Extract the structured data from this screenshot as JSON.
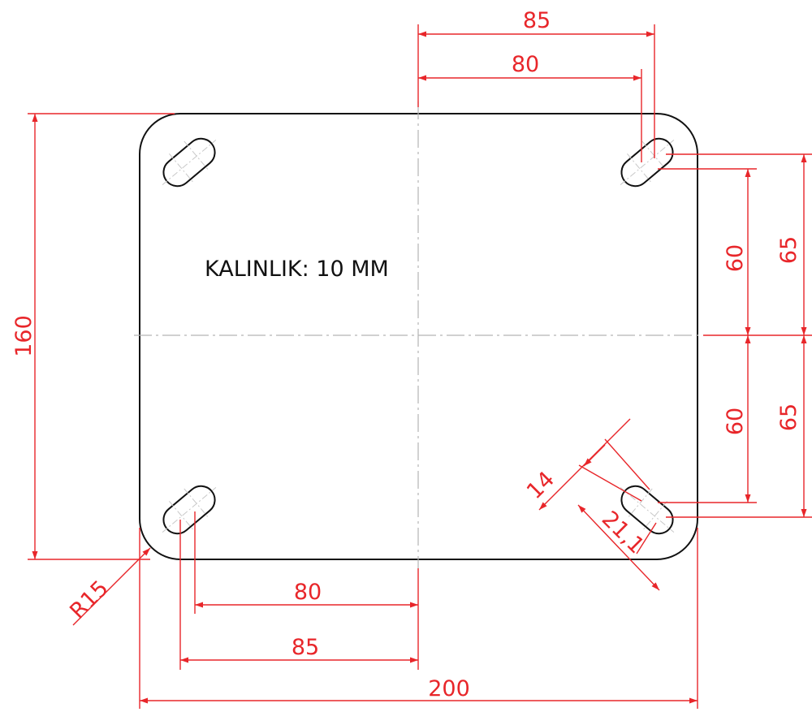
{
  "note": "KALINLIK: 10 MM",
  "dimensions": {
    "top_outer": "85",
    "top_inner": "80",
    "bottom_inner": "80",
    "bottom_outer": "85",
    "overall_width": "200",
    "overall_height": "160",
    "right_inner_top": "60",
    "right_inner_bottom": "60",
    "right_outer_top": "65",
    "right_outer_bottom": "65",
    "slot_width": "14",
    "slot_length": "21,1",
    "corner_radius": "R15"
  },
  "colors": {
    "outline": "#111111",
    "dimension": "#e8262a",
    "centerline": "#b5b5b5"
  }
}
